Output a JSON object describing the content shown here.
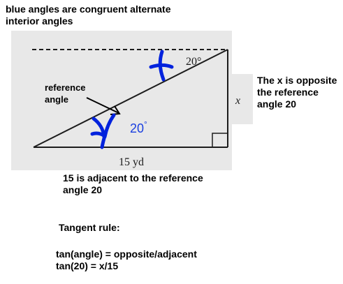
{
  "notes": {
    "top": "blue angles are congruent alternate\ninterior angles",
    "right": "The x is opposite\nthe reference\nangle 20",
    "bottom": "15 is adjacent to the reference\nangle 20",
    "tangent_heading": "Tangent rule:",
    "tangent_formula": "tan(angle) = opposite/adjacent\ntan(20) = x/15"
  },
  "figure": {
    "angle_top_label": "20°",
    "angle_bottom_label": "20",
    "degree_symbol": "°",
    "opposite_label": "x",
    "adjacent_label": "15 yd",
    "reference_label": "reference\nangle"
  },
  "colors": {
    "photo_background": "#e8e8e8",
    "ink": "#1c1c1c",
    "blue_marker": "#0022dd",
    "blue_text": "#1a3fe0"
  }
}
